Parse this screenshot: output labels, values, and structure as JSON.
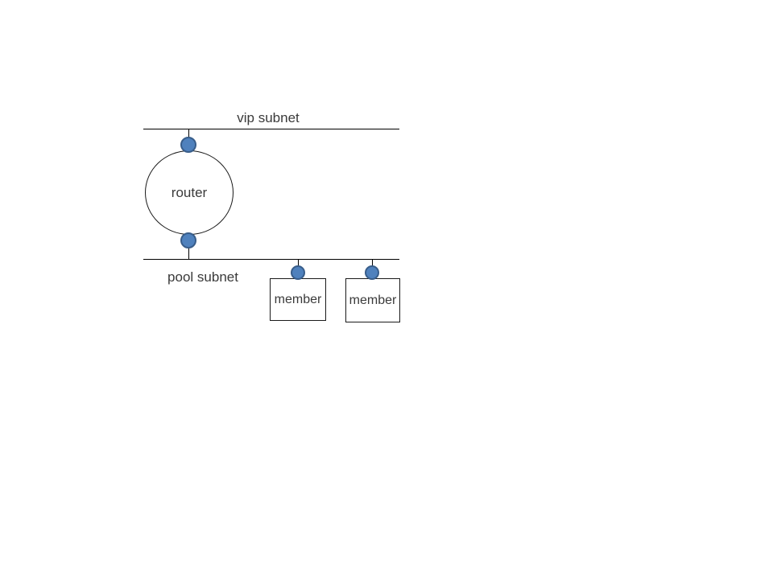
{
  "diagram": {
    "vip_subnet": {
      "label": "vip subnet"
    },
    "pool_subnet": {
      "label": "pool subnet"
    },
    "router": {
      "label": "router"
    },
    "members": [
      {
        "label": "member"
      },
      {
        "label": "member"
      }
    ]
  },
  "colors": {
    "port-fill": "#4f81bd",
    "port-stroke": "#385d8a",
    "line-color": "#000000",
    "shape-stroke": "#1a1a1a",
    "text-color": "#3a3a3a",
    "background": "#ffffff"
  }
}
